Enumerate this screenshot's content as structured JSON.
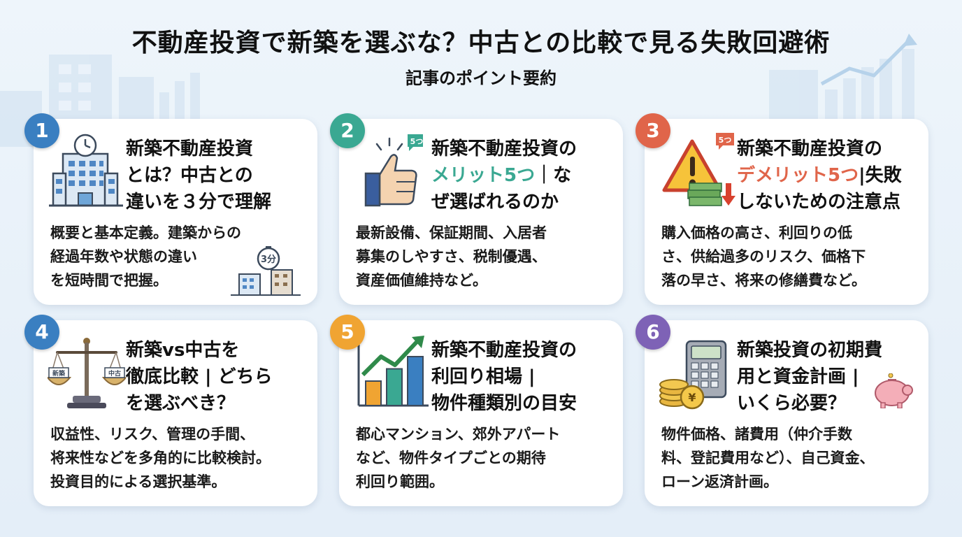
{
  "header": {
    "title": "不動産投資で新築を選ぶな？中古との比較で見る失敗回避術",
    "subtitle": "記事のポイント要約"
  },
  "colors": {
    "blue": "#3a7fc1",
    "green": "#3aa892",
    "red": "#e0654a",
    "purple": "#7e62b6",
    "orange": "#f0a432"
  },
  "cards": [
    {
      "number": "1",
      "title_lines": [
        "新築不動産投資",
        "とは？中古との",
        "違いを３分で理解"
      ],
      "body_lines": [
        "概要と基本定義。建築からの",
        "経過年数や状態の違い",
        "を短時間で把握。"
      ],
      "icon_text": "3分",
      "icons": [
        "office-building-clock-icon",
        "stopwatch-icon"
      ]
    },
    {
      "number": "2",
      "title_line1": "新築不動産投資の",
      "title_highlight": "メリット5つ",
      "title_after": "｜な",
      "title_line3": "ぜ選ばれるのか",
      "body_lines": [
        "最新設備、保証期間、入居者",
        "募集のしやすさ、税制優遇、",
        "資産価値維持など。"
      ],
      "icon_text": "5つ",
      "icons": [
        "thumbs-up-icon"
      ]
    },
    {
      "number": "3",
      "title_line1": "新築不動産投資の",
      "title_highlight": "デメリット5つ",
      "title_after": "|失敗",
      "title_line3": "しないための注意点",
      "body_lines": [
        "購入価格の高さ、利回りの低",
        "さ、供給過多のリスク、価格下",
        "落の早さ、将来の修繕費など。"
      ],
      "icon_text": "5つ",
      "icons": [
        "warning-money-icon"
      ]
    },
    {
      "number": "4",
      "title_lines": [
        "新築vs中古を",
        "徹底比較 | どちら",
        "を選ぶべき？"
      ],
      "body_lines": [
        "収益性、リスク、管理の手間、",
        "将来性などを多角的に比較検討。",
        "投資目的による選択基準。"
      ],
      "scale_left": "新築",
      "scale_right": "中古",
      "icons": [
        "balance-scale-icon"
      ]
    },
    {
      "number": "5",
      "title_lines": [
        "新築不動産投資の",
        "利回り相場 |",
        "物件種類別の目安"
      ],
      "body_lines": [
        "都心マンション、郊外アパート",
        "など、物件タイプごとの期待",
        "利回り範囲。"
      ],
      "bar_values": [
        2,
        3,
        4
      ],
      "icons": [
        "rising-bar-chart-icon"
      ]
    },
    {
      "number": "6",
      "title_lines": [
        "新築投資の初期費",
        "用と資金計画 |",
        "いくら必要？"
      ],
      "body_lines": [
        "物件価格、諸費用（仲介手数",
        "料、登記費用など）、自己資金、",
        "ローン返済計画。"
      ],
      "coin_symbol": "¥",
      "icons": [
        "calculator-coins-piggybank-icon"
      ]
    }
  ]
}
